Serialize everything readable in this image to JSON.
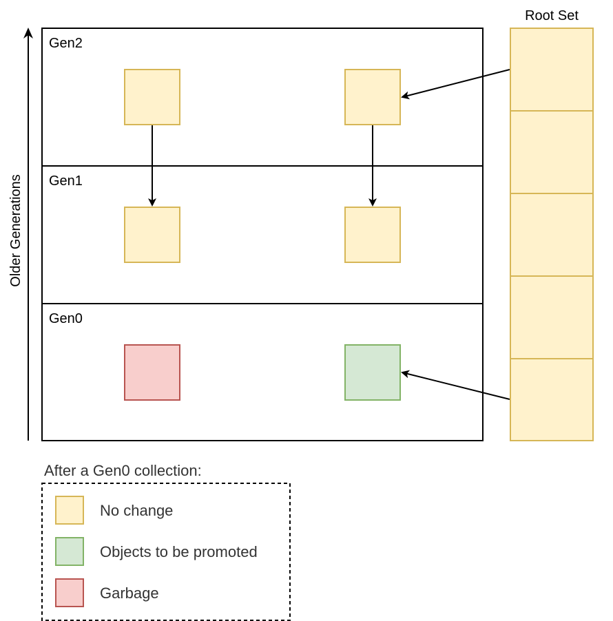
{
  "diagram": {
    "axis_label": "Older Generations",
    "root_set_label": "Root Set",
    "generations": [
      {
        "label": "Gen2"
      },
      {
        "label": "Gen1"
      },
      {
        "label": "Gen0"
      }
    ],
    "objects": [
      {
        "generation": "Gen2",
        "status": "No change"
      },
      {
        "generation": "Gen2",
        "status": "No change"
      },
      {
        "generation": "Gen1",
        "status": "No change"
      },
      {
        "generation": "Gen1",
        "status": "No change"
      },
      {
        "generation": "Gen0",
        "status": "Garbage"
      },
      {
        "generation": "Gen0",
        "status": "Objects to be promoted"
      }
    ],
    "references": [
      {
        "from": "Root Set",
        "to": "Gen2 right object"
      },
      {
        "from": "Root Set",
        "to": "Gen0 right object"
      },
      {
        "from": "Gen2 left object",
        "to": "Gen1 left object"
      },
      {
        "from": "Gen2 right object",
        "to": "Gen1 right object"
      }
    ],
    "root_set_slots": 5
  },
  "legend": {
    "title": "After a Gen0 collection:",
    "items": [
      {
        "label": "No change",
        "fill": "#fff2cc",
        "stroke": "#d6b656"
      },
      {
        "label": "Objects to be promoted",
        "fill": "#d5e8d4",
        "stroke": "#82b366"
      },
      {
        "label": "Garbage",
        "fill": "#f8cecc",
        "stroke": "#b85450"
      }
    ]
  },
  "colors": {
    "yellow_fill": "#fff2cc",
    "yellow_stroke": "#d6b656",
    "green_fill": "#d5e8d4",
    "green_stroke": "#82b366",
    "red_fill": "#f8cecc",
    "red_stroke": "#b85450",
    "line": "#000000"
  }
}
